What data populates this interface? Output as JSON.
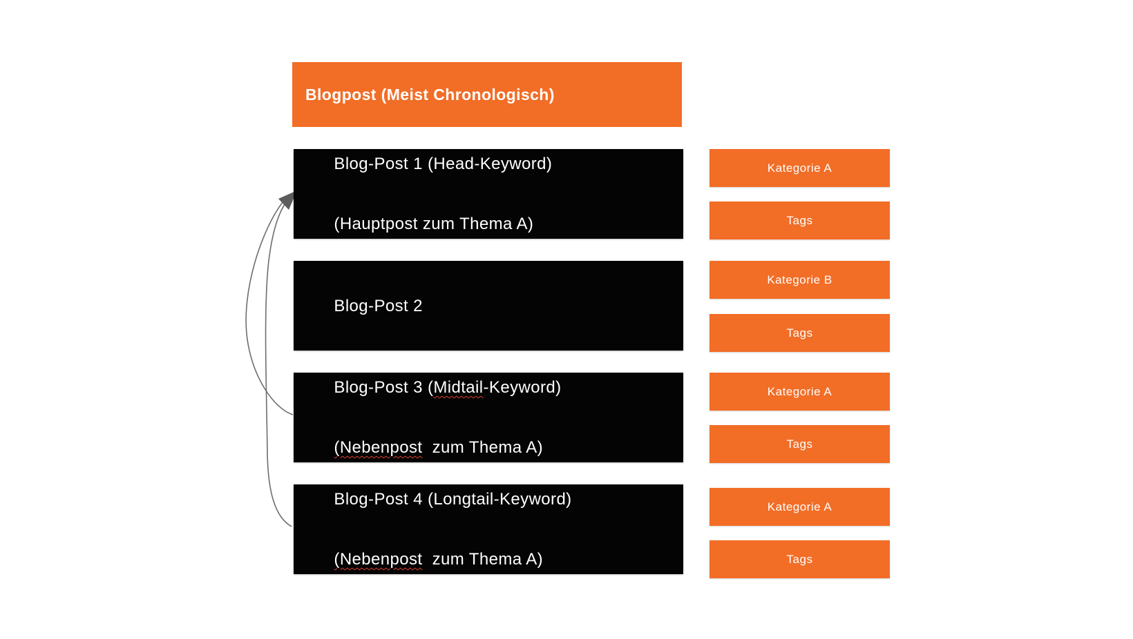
{
  "header": {
    "title": "Blogpost (Meist Chronologisch)"
  },
  "posts": [
    {
      "lines": [
        {
          "segments": [
            {
              "text": "Blog-Post 1 (Head-Keyword)",
              "wavy": false
            }
          ]
        },
        {
          "segments": [
            {
              "text": "(Hauptpost zum Thema A)",
              "wavy": false
            }
          ]
        }
      ]
    },
    {
      "lines": [
        {
          "segments": [
            {
              "text": "Blog-Post 2",
              "wavy": false
            }
          ]
        }
      ]
    },
    {
      "lines": [
        {
          "segments": [
            {
              "text": "Blog-Post 3 (",
              "wavy": false
            },
            {
              "text": "Midtail",
              "wavy": true
            },
            {
              "text": "-Keyword)",
              "wavy": false
            }
          ]
        },
        {
          "segments": [
            {
              "text": "(Nebenpost",
              "wavy": true
            },
            {
              "text": "  zum Thema A)",
              "wavy": false
            }
          ]
        }
      ]
    },
    {
      "lines": [
        {
          "segments": [
            {
              "text": "Blog-Post 4 (Longtail-Keyword)",
              "wavy": false
            }
          ]
        },
        {
          "segments": [
            {
              "text": "(Nebenpost",
              "wavy": true
            },
            {
              "text": "  zum Thema A)",
              "wavy": false
            }
          ]
        }
      ]
    }
  ],
  "badges": [
    {
      "label": "Kategorie A"
    },
    {
      "label": "Tags"
    },
    {
      "label": "Kategorie B"
    },
    {
      "label": "Tags"
    },
    {
      "label": "Kategorie A"
    },
    {
      "label": "Tags"
    },
    {
      "label": "Kategorie A"
    },
    {
      "label": "Tags"
    }
  ],
  "colors": {
    "accent_orange": "#f26d26",
    "post_black": "#040404",
    "text_white": "#ffffff",
    "arrow_gray": "#6d6d6d",
    "spellcheck_red": "#e0402f"
  }
}
